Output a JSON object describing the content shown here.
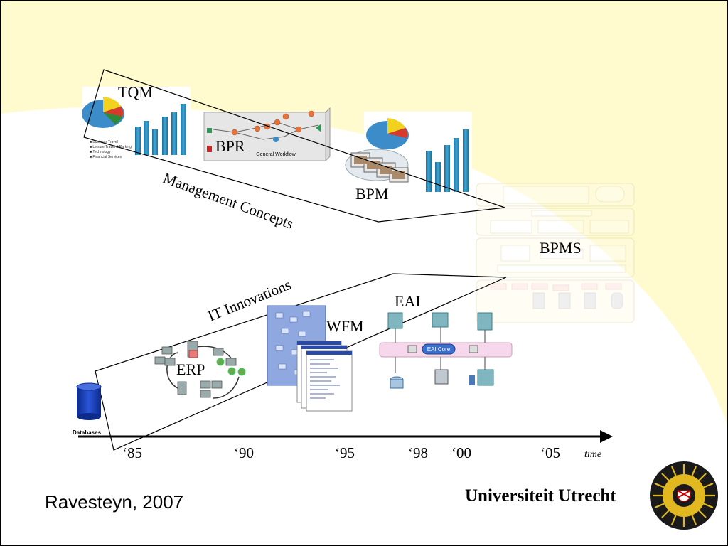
{
  "concepts": {
    "tqm": "TQM",
    "bpr": "BPR",
    "bpm": "BPM",
    "bpms": "BPMS",
    "erp": "ERP",
    "wfm": "WFM",
    "eai": "EAI",
    "databases": "Databases",
    "management_concepts": "Management Concepts",
    "it_innovations": "IT Innovations",
    "general_workflow": "General Workflow",
    "eai_core": "EAI Core"
  },
  "timeline": {
    "ticks": [
      "‘85",
      "‘90",
      "‘95",
      "‘98",
      "‘00",
      "‘05"
    ],
    "axis_label": "time"
  },
  "footer": {
    "citation": "Ravesteyn, 2007",
    "university": "Universiteit Utrecht"
  },
  "colors": {
    "background_yellow": "#fffbcf",
    "eai_band": "#f6d7ec",
    "cylinder": "#1e3fa6",
    "pie_blue": "#3b8cc8",
    "pie_yellow": "#f2d21e",
    "pie_red": "#d63a2a",
    "bar": "#2a8ab8"
  }
}
